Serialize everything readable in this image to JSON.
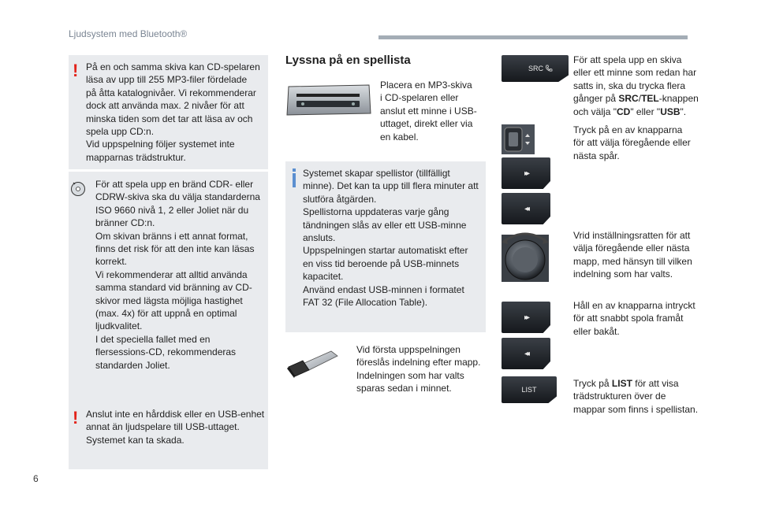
{
  "header": {
    "title": "Ljudsystem med Bluetooth®"
  },
  "page_number": "6",
  "heading": "Lyssna på en spellista",
  "left_col": {
    "warning1": [
      "På en och samma skiva kan CD-spelaren",
      "läsa av upp till 255 MP3-filer fördelade",
      "på åtta katalognivåer. Vi rekommenderar",
      "dock att använda max. 2 nivåer för att",
      "minska tiden som det tar att läsa av och",
      "spela upp CD:n.",
      "Vid uppspelning följer systemet inte",
      "mapparnas trädstruktur."
    ],
    "cd_note": [
      "För att spela upp en bränd CDR- eller",
      "CDRW-skiva ska du välja standarderna",
      "ISO 9660 nivå 1, 2 eller Joliet när du",
      "bränner CD:n.",
      "Om skivan bränns i ett annat format,",
      "finns det risk för att den inte kan läsas",
      "korrekt.",
      "Vi rekommenderar att alltid använda",
      "samma standard vid bränning av CD-",
      "skivor med lägsta möjliga hastighet",
      "(max. 4x) för att uppnå en optimal",
      "ljudkvalitet.",
      "I det speciella fallet med en",
      "flersessions-CD, rekommenderas",
      "standarden Joliet."
    ],
    "warning2": [
      "Anslut inte en hårddisk eller en USB-enhet",
      "annat än ljudspelare till USB-uttaget.",
      "Systemet kan ta skada."
    ]
  },
  "mid_col": {
    "place": [
      "Placera en MP3-skiva",
      "i CD-spelaren eller",
      "anslut ett minne i USB-",
      "uttaget, direkt eller via",
      "en kabel."
    ],
    "info": [
      "Systemet skapar spellistor (tillfälligt",
      "minne). Det kan ta upp till flera minuter att",
      "slutföra åtgärden.",
      "Spellistorna uppdateras varje gång",
      "tändningen slås av eller ett USB-minne",
      "ansluts.",
      "Uppspelningen startar automatiskt efter",
      "en viss tid beroende på USB-minnets",
      "kapacitet.",
      "Använd endast USB-minnen i formatet",
      "FAT 32 (File Allocation Table)."
    ],
    "first_play": [
      "Vid första uppspelningen",
      "föreslås indelning efter mapp.",
      "Indelningen som har valts",
      "sparas sedan i minnet."
    ]
  },
  "right_col": {
    "src_label": "SRC",
    "list_label": "LIST",
    "src_text": [
      "För att spela upp en skiva",
      "eller ett minne som redan har",
      "satts in, ska du trycka flera"
    ],
    "src_text_b1_pre": "gånger på ",
    "src_text_b1_bold": "SRC",
    "src_text_b1_mid": "/",
    "src_text_b1_bold2": "TEL",
    "src_text_b1_post": "-knappen",
    "src_text_b2_pre": "och välja \"",
    "src_text_b2_bold": "CD",
    "src_text_b2_mid": "\" eller \"",
    "src_text_b2_bold2": "USB",
    "src_text_b2_post": "\".",
    "press_text": [
      "Tryck på en av knapparna",
      "för att välja föregående eller",
      "nästa spår."
    ],
    "dial_text": [
      "Vrid inställningsratten för att",
      "välja föregående eller nästa",
      "mapp, med hänsyn till vilken",
      "indelning som har valts."
    ],
    "hold_text": [
      "Håll en av knapparna intryckt",
      "för att snabbt spola framåt",
      "eller bakåt."
    ],
    "list_text_pre": "Tryck på ",
    "list_text_bold": "LIST",
    "list_text_post": " för att visa",
    "list_text": [
      "trädstrukturen över de",
      "mappar som finns i spellistan."
    ]
  },
  "icons": {
    "next": "⏩",
    "prev": "⏪",
    "phone": "📞"
  }
}
